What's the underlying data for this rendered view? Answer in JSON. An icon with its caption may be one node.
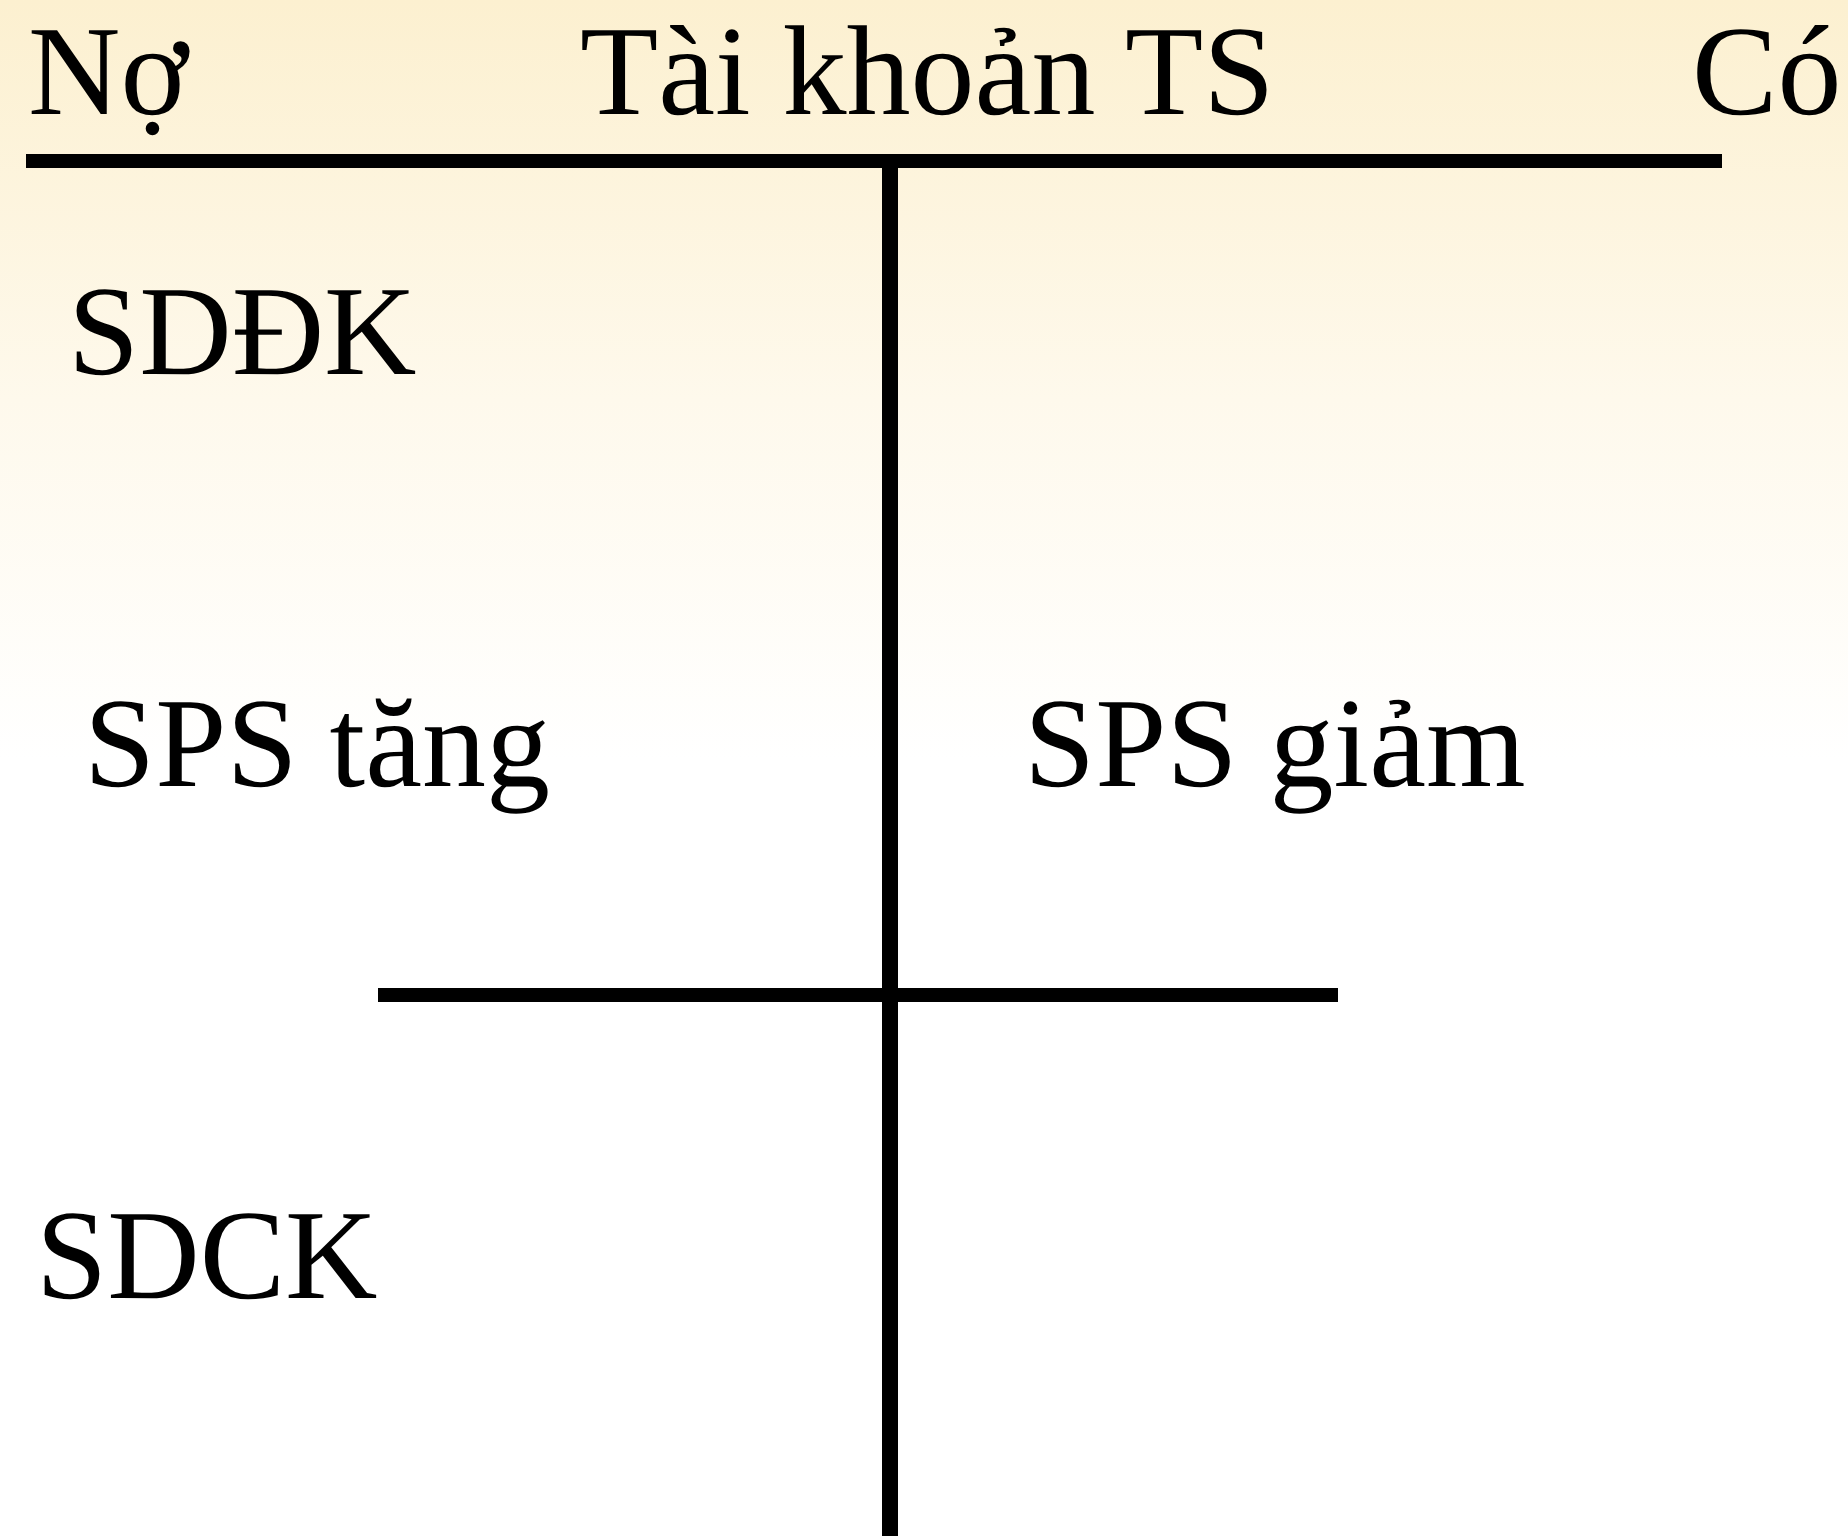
{
  "diagram": {
    "title": "Tài khoản TS",
    "labels": [
      "Nợ",
      "Có",
      "SDĐK",
      "SPS tăng",
      "SPS giảm",
      "SDCK"
    ]
  }
}
